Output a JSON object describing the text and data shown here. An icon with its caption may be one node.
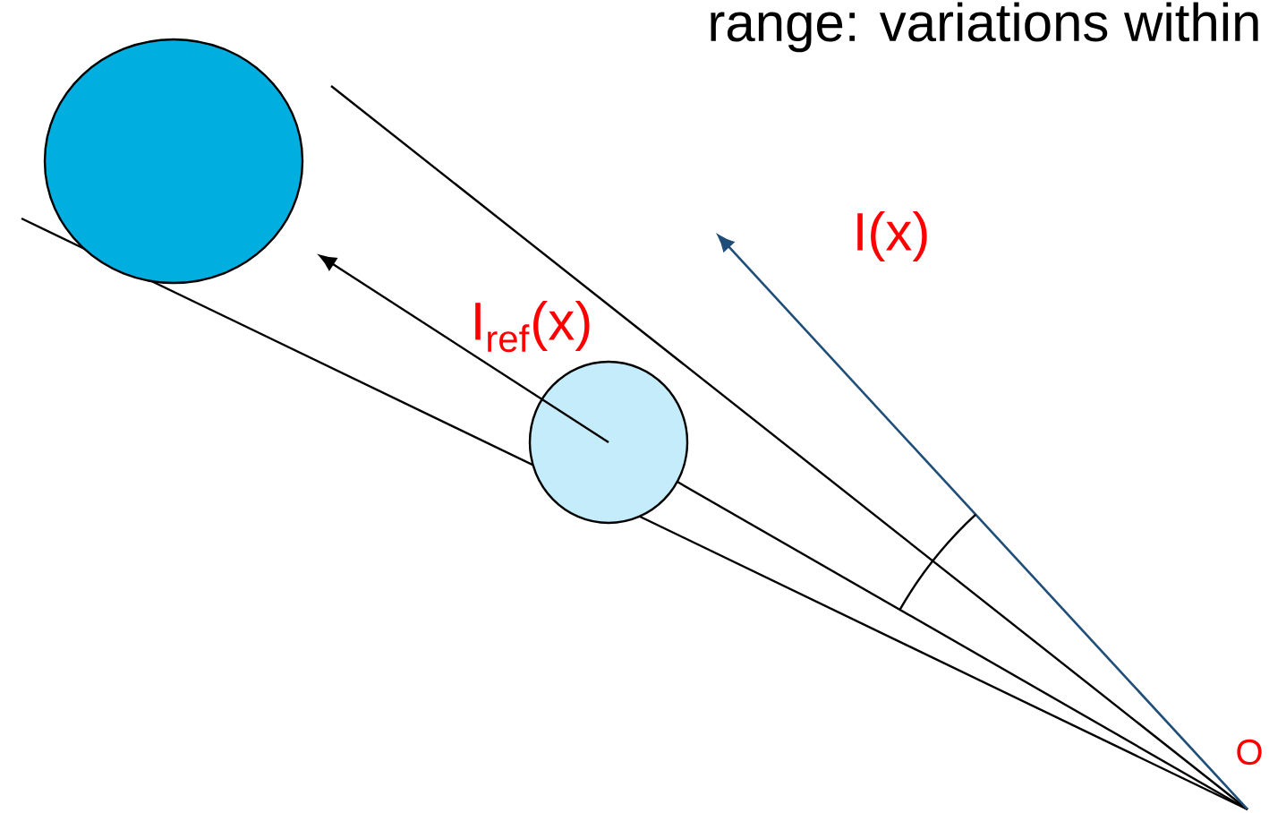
{
  "diagram": {
    "nodes": [
      {
        "text": [],
        "shape": "circle"
      },
      {
        "text": [],
        "shape": "circle"
      }
    ],
    "edges": [
      {
        "from": 1,
        "to": 0,
        "arrow": "to",
        "label": "I$_{ref}$(x)"
      }
    ],
    "labels": [
      "range: variations within",
      "I(x)",
      "O"
    ]
  }
}
